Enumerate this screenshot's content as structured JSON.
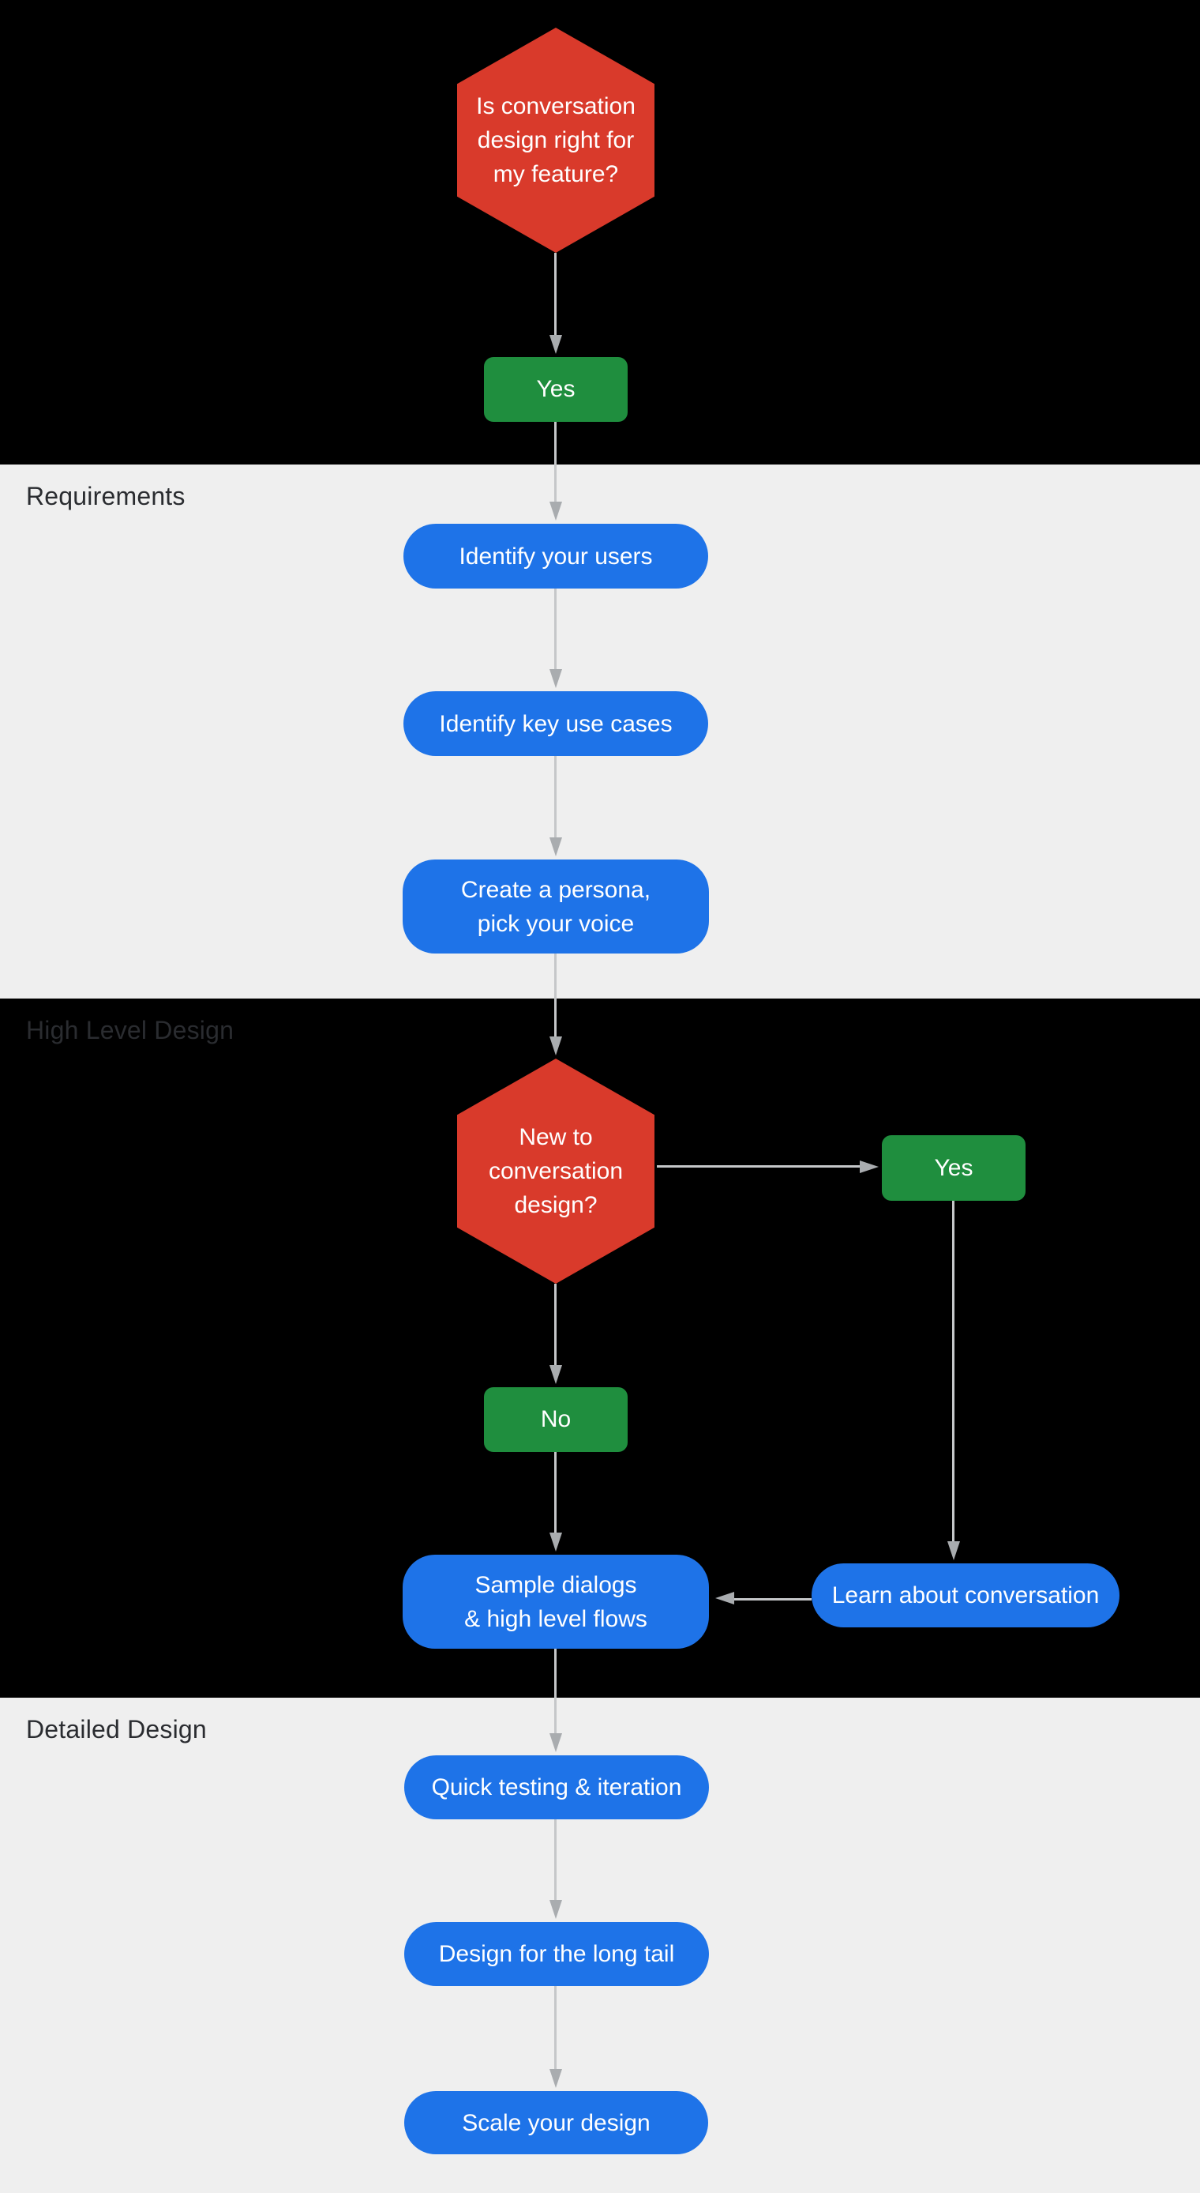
{
  "sections": {
    "intro": {
      "label": ""
    },
    "requirements": {
      "label": "Requirements"
    },
    "high_level_design": {
      "label": "High Level Design"
    },
    "detailed_design": {
      "label": "Detailed Design"
    }
  },
  "flow": {
    "decision_start": {
      "lines": [
        "Is conversation",
        "design right for",
        "my feature?"
      ]
    },
    "answer_start_yes": {
      "label": "Yes"
    },
    "step_identify_users": {
      "label": "Identify your users"
    },
    "step_identify_use_cases": {
      "label": "Identify key use cases"
    },
    "step_create_persona": {
      "lines": [
        "Create a persona,",
        "pick your voice"
      ]
    },
    "decision_new_to_cd": {
      "lines": [
        "New to",
        "conversation",
        "design?"
      ]
    },
    "answer_new_yes": {
      "label": "Yes"
    },
    "answer_new_no": {
      "label": "No"
    },
    "step_sample_dialogs": {
      "lines": [
        "Sample dialogs",
        "& high level flows"
      ]
    },
    "step_learn_conversation": {
      "label": "Learn about conversation"
    },
    "step_quick_testing": {
      "label": "Quick testing & iteration"
    },
    "step_long_tail": {
      "label": "Design for the long tail"
    },
    "step_scale_design": {
      "label": "Scale your design"
    }
  },
  "colors": {
    "decision_red": "#d93a2b",
    "answer_green": "#1f8e3e",
    "step_blue": "#1e73e8",
    "arrow_line_gray": "#c5c7c9",
    "arrow_head_gray": "#a9acaf",
    "dark_section_bg": "#000000",
    "light_section_bg": "#efefef",
    "section_label_color": "#2a2c30",
    "node_text_color": "#ffffff"
  }
}
